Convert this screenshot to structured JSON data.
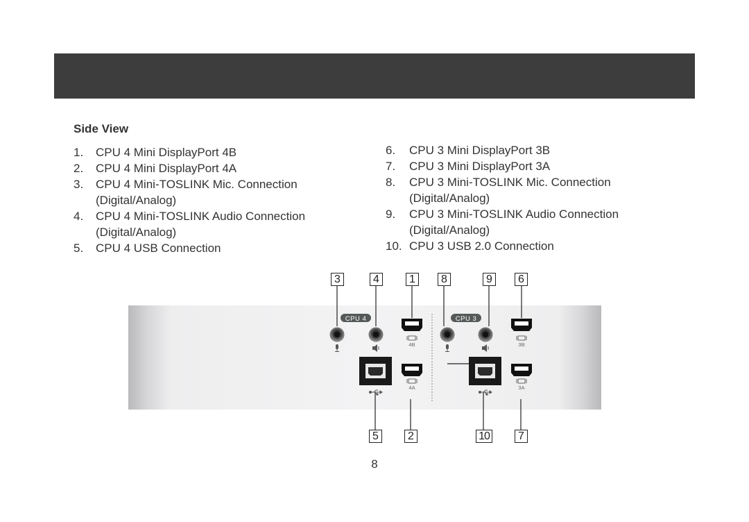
{
  "header": {
    "bg_color": "#3d3d3d"
  },
  "section_title": "Side View",
  "left_items": [
    {
      "num": "1.",
      "text": "CPU 4 Mini DisplayPort 4B"
    },
    {
      "num": "2.",
      "text": "CPU 4 Mini DisplayPort 4A"
    },
    {
      "num": "3.",
      "text": "CPU 4 Mini-TOSLINK Mic. Connection"
    },
    {
      "num": "",
      "text": "(Digital/Analog)"
    },
    {
      "num": "4.",
      "text": "CPU 4 Mini-TOSLINK Audio Connection"
    },
    {
      "num": "",
      "text": "(Digital/Analog)"
    },
    {
      "num": "5.",
      "text": "CPU 4 USB Connection"
    }
  ],
  "right_items": [
    {
      "num": "6.",
      "text": "CPU 3 Mini DisplayPort 3B"
    },
    {
      "num": "7.",
      "text": "CPU 3 Mini DisplayPort 3A"
    },
    {
      "num": "8.",
      "text": "CPU 3 Mini-TOSLINK Mic. Connection"
    },
    {
      "num": "",
      "text": "(Digital/Analog)"
    },
    {
      "num": "9.",
      "text": "CPU 3 Mini-TOSLINK Audio Connection"
    },
    {
      "num": "",
      "text": "(Digital/Analog)"
    },
    {
      "num": "10.",
      "text": "CPU 3 USB 2.0 Connection"
    }
  ],
  "device": {
    "cpu4_label": "CPU 4",
    "cpu3_label": "CPU 3",
    "port_4b": "4B",
    "port_4a": "4A",
    "port_3b": "3B",
    "port_3a": "3A"
  },
  "callouts": {
    "top": [
      "3",
      "4",
      "1",
      "8",
      "9",
      "6"
    ],
    "bottom": [
      "5",
      "2",
      "10",
      "7"
    ]
  },
  "page_number": "8"
}
